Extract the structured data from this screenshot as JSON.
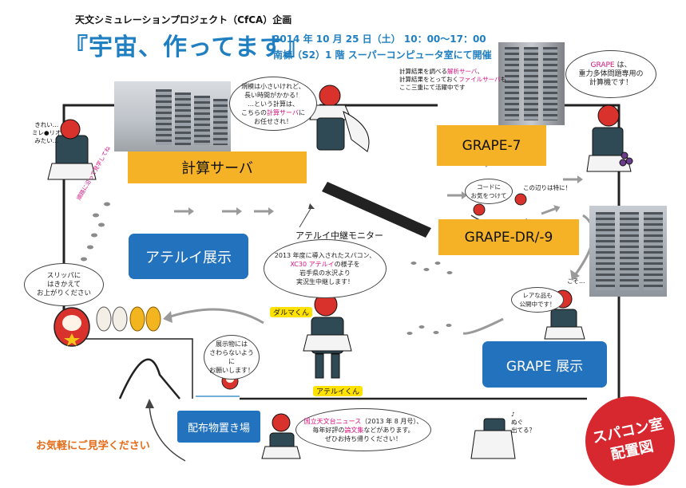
{
  "header": {
    "project": "天文シミュレーションプロジェクト（CfCA）企画",
    "title": "『宇宙、作ってます』",
    "date": "2014 年 10 月 25 日（土） 10：00～17：00",
    "place": "南棟（S2）1 階 スーパーコンピュータ室にて開催"
  },
  "areas": {
    "server": "計算サーバ",
    "grape7": "GRAPE-7",
    "grapedr": "GRAPE-DR/-9",
    "atelier": "アテルイ展示",
    "grape_exhibit": "GRAPE 展示",
    "distribution": "配布物置き場",
    "monitor": "アテルイ中継モニター"
  },
  "bubbles": {
    "server": [
      "規模は小さいけれど、",
      "長い時間がかかる！",
      "…という計算は、",
      "こちらの",
      "計算サーバ",
      "に",
      "お任せされ！"
    ],
    "grape": [
      "GRAPE",
      " は、",
      "重力多体問題専用の",
      "計算機です！"
    ],
    "atelier": [
      "2013 年度に導入されたスパコン、",
      "XC30 アテルイ",
      "の様子を",
      "岩手県の水沢より",
      "実況生中継します！"
    ],
    "slipper": [
      "スリッパに",
      "はきかえて",
      "お上がりください"
    ],
    "rare": [
      "レアな品も",
      "公開中です！"
    ],
    "no_touch": [
      "展示物には",
      "さわらないように",
      "お願いします！"
    ],
    "news": [
      "国立天文台ニュース",
      "（2013 年 8 月号）、",
      "毎年好評の",
      "論文集",
      "などがあります。",
      "ぜひお持ち帰りください！"
    ],
    "cord": [
      "コードに",
      "お気をつけて"
    ]
  },
  "notes": {
    "files": [
      "計算結果を調べる",
      "解析サーバ",
      "、",
      "計算結果をとっておく",
      "ファイルサーバ",
      "も",
      "ここ三重にて活躍中です"
    ],
    "pretty": [
      "きれい…",
      "ミレ●リオ",
      "みたい…"
    ],
    "here": [
      "この辺りは特に！"
    ],
    "sohere": [
      "こそ…"
    ],
    "dekiteru": [
      "♪",
      "ぬぐ",
      "出てる？"
    ],
    "vertical": "順路に沿って見学してね"
  },
  "characters": {
    "daruma": "ダルマくん",
    "atelier": "アテルイくん"
  },
  "welcome": "お気軽にご見学ください",
  "badge": [
    "スパコン室",
    "配置図"
  ],
  "colors": {
    "title_blue": "#1f7fc0",
    "box_orange": "#f5b227",
    "box_blue": "#2272bd",
    "badge_red": "#d7272f",
    "highlight": "#d6127f",
    "welcome_orange": "#e36b18"
  }
}
